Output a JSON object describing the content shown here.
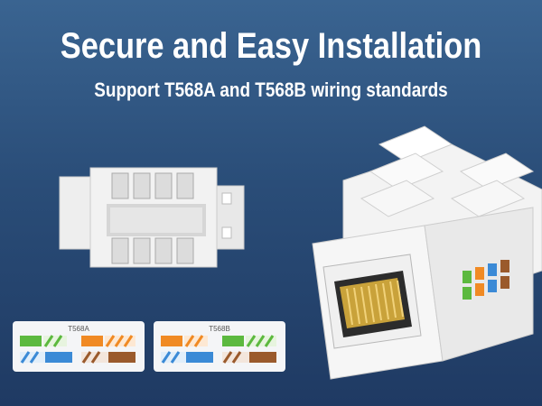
{
  "banner": {
    "title": "Secure and Easy Installation",
    "subtitle": "Support T568A and T568B wiring standards"
  },
  "wiring_cards": [
    {
      "label": "T568A"
    },
    {
      "label": "T568B"
    }
  ],
  "colors": {
    "background_top": "#3a6491",
    "background_bottom": "#1f3a63",
    "green": "#5cb93f",
    "orange": "#f08a24",
    "blue": "#3b8ad6",
    "brown": "#9a5a2c"
  }
}
